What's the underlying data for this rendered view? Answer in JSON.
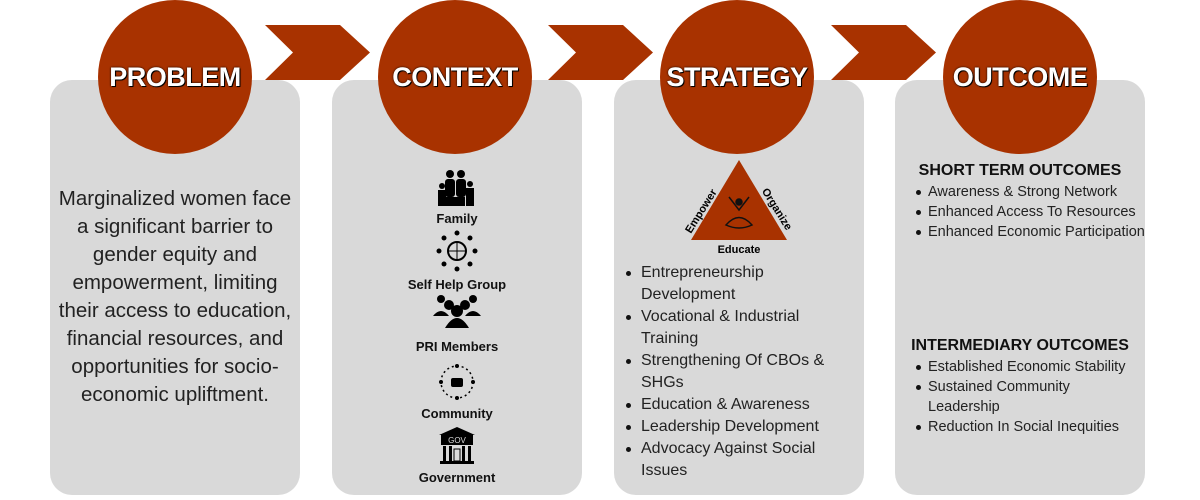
{
  "stages": [
    {
      "title": "PROBLEM",
      "text": "Marginalized women face a significant barrier to gender equity and empowerment, limiting their access to education, financial resources, and opportunities for socio-economic upliftment."
    },
    {
      "title": "CONTEXT",
      "items": [
        "Family",
        "Self Help Group",
        "PRI Members",
        "Community",
        "Government"
      ]
    },
    {
      "title": "STRATEGY",
      "triangle": {
        "left": "Empower",
        "right": "Organize",
        "bottom": "Educate"
      },
      "items": [
        "Entrepreneurship Development",
        "Vocational & Industrial Training",
        "Strengthening Of CBOs & SHGs",
        "Education & Awareness",
        "Leadership Development",
        "Advocacy Against Social Issues"
      ]
    },
    {
      "title": "OUTCOME",
      "short_title": "SHORT TERM OUTCOMES",
      "short": [
        "Awareness & Strong Network",
        "Enhanced Access To Resources",
        "Enhanced Economic Participation"
      ],
      "inter_title": "INTERMEDIARY OUTCOMES",
      "inter": [
        "Established Economic Stability",
        "Sustained Community Leadership",
        "Reduction In Social Inequities"
      ]
    }
  ],
  "colors": {
    "accent": "#a83200",
    "card": "#d9d9d9"
  }
}
